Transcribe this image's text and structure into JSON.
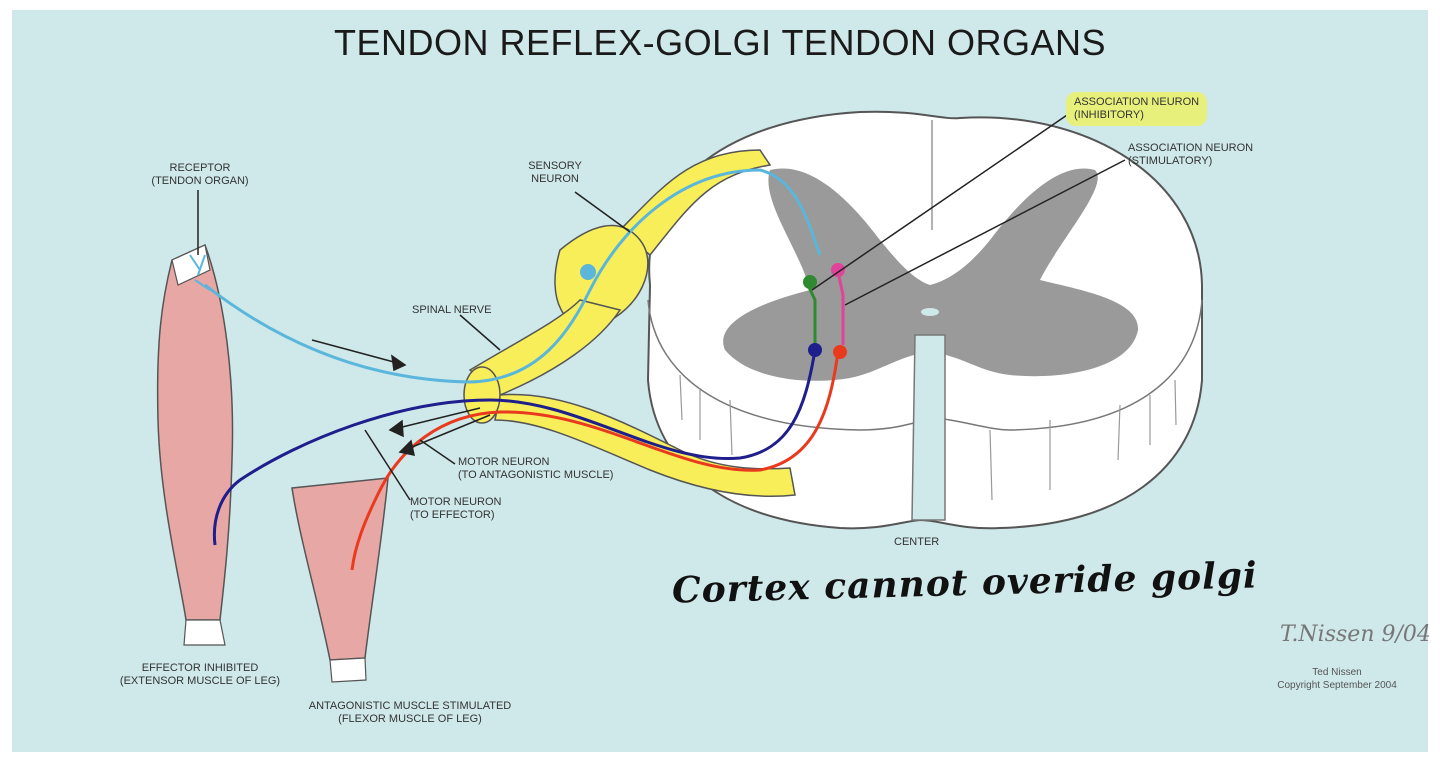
{
  "title": "TENDON REFLEX-GOLGI TENDON ORGANS",
  "labels": {
    "receptor": [
      "RECEPTOR",
      "(TENDON ORGAN)"
    ],
    "sensory_neuron": [
      "SENSORY",
      "NEURON"
    ],
    "spinal_nerve": "SPINAL NERVE",
    "assoc_inhibitory": [
      "ASSOCIATION NEURON",
      "(INHIBITORY)"
    ],
    "assoc_stimulatory": [
      "ASSOCIATION NEURON",
      "(STIMULATORY)"
    ],
    "motor_antagonistic": [
      "MOTOR NEURON",
      "(TO ANTAGONISTIC MUSCLE)"
    ],
    "motor_effector": [
      "MOTOR NEURON",
      "(TO EFFECTOR)"
    ],
    "center": "CENTER",
    "effector_inhibited": [
      "EFFECTOR INHIBITED",
      "(EXTENSOR MUSCLE OF LEG)"
    ],
    "antagonistic_stimulated": [
      "ANTAGONISTIC MUSCLE STIMULATED",
      "(FLEXOR MUSCLE OF LEG)"
    ]
  },
  "handwritten_note": "Cortex cannot overide golgi",
  "signature": "T.Nissen 9/04",
  "credit": [
    "Ted Nissen",
    "Copyright September 2004"
  ],
  "colors": {
    "background": "#cfe8ea",
    "muscle": "#e7a7a4",
    "nerve": "#f7ee5a",
    "gray_matter": "#9a9a9a",
    "sensory_neuron": "#5bb6dc",
    "motor_neuron_effector": "#1e1e8c",
    "motor_neuron_antagonist": "#ea3a1e",
    "assoc_inhibitory": "#2f8a2f",
    "assoc_stimulatory": "#e0449a",
    "highlight": "#e6f07a"
  }
}
